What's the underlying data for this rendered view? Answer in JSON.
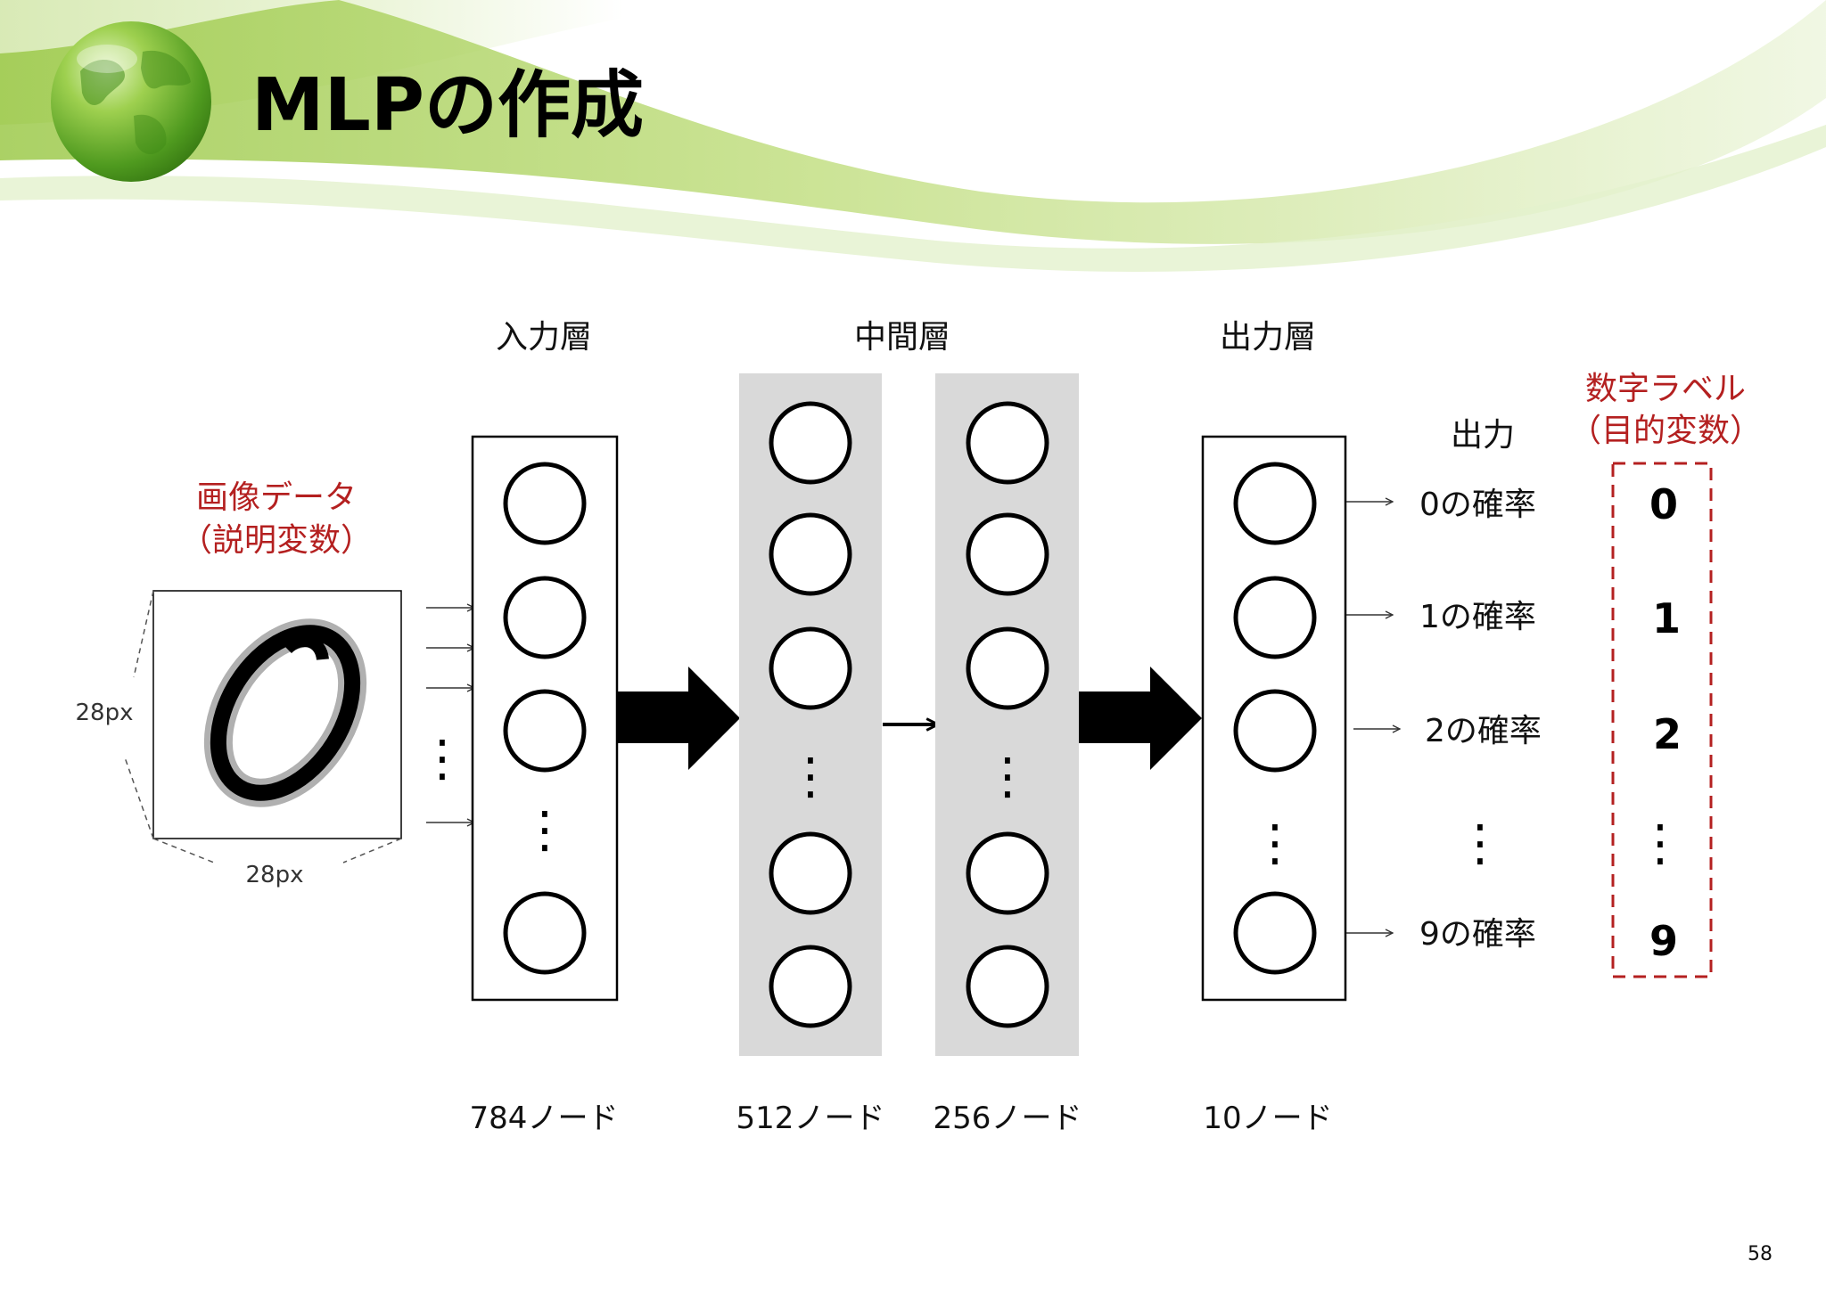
{
  "slide": {
    "title": "MLPの作成",
    "page_number": "58"
  },
  "input_image": {
    "label_line1": "画像データ",
    "label_line2": "（説明変数）",
    "height_label": "28px",
    "width_label": "28px"
  },
  "layers": {
    "input": {
      "title": "入力層",
      "node_count_label": "784ノード"
    },
    "hidden": {
      "title": "中間層",
      "node_count_labels": [
        "512ノード",
        "256ノード"
      ]
    },
    "output": {
      "title": "出力層",
      "node_count_label": "10ノード"
    }
  },
  "outputs": {
    "header": "出力",
    "probabilities": [
      "0の確率",
      "1の確率",
      "2の確率",
      "9の確率"
    ]
  },
  "target": {
    "title_line1": "数字ラベル",
    "title_line2": "（目的変数）",
    "labels": [
      "0",
      "1",
      "2",
      "9"
    ]
  },
  "ellipsis": "⋮",
  "colors": {
    "accent_red": "#b42020",
    "hidden_layer_bg": "#d9d9d9",
    "header_green": "#8fc43c"
  }
}
